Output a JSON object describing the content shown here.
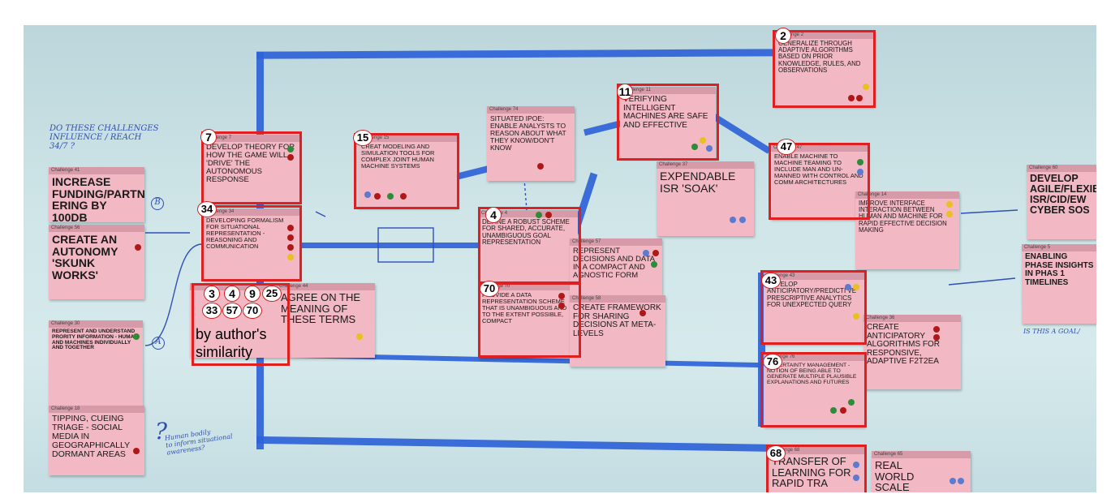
{
  "colors": {
    "tape": "#2f63d8",
    "note": "#f2b8c4",
    "highlight": "#e02020",
    "dot_green": "#2e8b3a",
    "dot_red": "#b01818",
    "dot_blue": "#5a7bd0",
    "dot_yellow": "#e8c020"
  },
  "handwriting": {
    "top_left": "DO THESE CHALLENGES\nINFLUENCE / REACH\n34/7 ?",
    "circle_b": "B",
    "circle_a": "A",
    "question": "?",
    "bottom_note": "Human bodily\nto inform situational\nawareness?",
    "right_goal": "IS THIS A GOAL/"
  },
  "notes": [
    {
      "id": "c41",
      "header": "Challenge 41",
      "text": "INCREASE FUNDING/PARTN ERING BY 100db"
    },
    {
      "id": "c56",
      "header": "Challenge 56",
      "text": "CREATE AN AUTONOMY 'SKUNK WORKS'"
    },
    {
      "id": "c30",
      "header": "Challenge 30",
      "text": "REPRESENT AND UNDERSTAND PRORITY INFORMATION - HUMAN AND MACHINES INDIVIDUALLY AND TOGETHER"
    },
    {
      "id": "c18",
      "header": "Challenge 18",
      "text": "TIPPING, CUEING TRIAGE - SOCIAL MEDIA IN GEOGRAPHICALLY DORMANT AREAS"
    },
    {
      "id": "c7",
      "header": "Challenge 7",
      "text": "DEVELOP THEORY FOR HOW THE GAME WILL 'DRIVE' THE AUTONOMOUS RESPONSE"
    },
    {
      "id": "c34",
      "header": "Challenge 34",
      "text": "DEVELOPING FORMALISM FOR SITUATIONAL REPRESENTATION - REASONING AND COMMUNICATION"
    },
    {
      "id": "c44",
      "header": "Challenge 44",
      "text": "AGREE ON THE MEANING OF THESE TERMS"
    },
    {
      "id": "c15",
      "header": "Challenge 15",
      "text": "CREAT MODELING AND SIMULATION TOOLS FOR COMPLEX JOINT HUMAN MACHINE SYSTEMS"
    },
    {
      "id": "c74",
      "header": "Challenge 74",
      "text": "SITUATED IPOE: ENABLE ANALYSTS TO REASON ABOUT WHAT THEY KNOW/DON'T KNOW"
    },
    {
      "id": "c4",
      "header": "Challenge 4",
      "text": "DEFINE A ROBUST SCHEME FOR SHARED, ACCURATE, UNAMBIGUOUS GOAL REPRESENTATION"
    },
    {
      "id": "c70",
      "header": "Challenge 70",
      "text": "PROVIDE A DATA REPRESENTATION SCHEME THAT IS UNAMBIGUOUS AND TO THE EXTENT POSSIBLE, COMPACT"
    },
    {
      "id": "c57",
      "header": "Challenge 57",
      "text": "REPRESENT DECISIONS AND DATA IN A COMPACT AND AGNOSTIC FORM"
    },
    {
      "id": "c58",
      "header": "Challenge 58",
      "text": "CREATE FRAMEWORK FOR SHARING DECISIONS AT META-LEVELS"
    },
    {
      "id": "c11",
      "header": "Challenge 11",
      "text": "VERIFYING INTELLIGENT MACHINES ARE SAFE AND EFFECTIVE"
    },
    {
      "id": "c37",
      "header": "Challenge 37",
      "text": "EXPENDABLE ISR 'SOAK'"
    },
    {
      "id": "c2",
      "header": "Challenge 2",
      "text": "GENERALIZE THROUGH ADAPTIVE ALGORITHMS BASED ON PRIOR KNOWLEDGE, RULES, AND OBSERVATIONS"
    },
    {
      "id": "c47",
      "header": "Challenge 47",
      "text": "ENABLE MACHINE TO MACHINE TEAMING TO INCLUDE MAN AND UN-MANNED WITH CONTROL AND COMM ARCHITECTURES"
    },
    {
      "id": "c14",
      "header": "Challenge 14",
      "text": "IMPROVE INTERFACE INTERACTION BETWEEN HUMAN AND MACHINE FOR RAPID EFFECTIVE DECISION MAKING"
    },
    {
      "id": "c43",
      "header": "Challenge 43",
      "text": "DEVELOP ANTICIPATORY/PREDICTI VE PRESCRIPTIVE ANALYTICS FOR UNEXPECTED QUERY"
    },
    {
      "id": "c36",
      "header": "Challenge 36",
      "text": "CREATE ANTICIPATORY ALGORITHMS FOR RESPONSIVE, ADAPTIVE F2T2EA"
    },
    {
      "id": "c76",
      "header": "Challenge 76",
      "text": "UNCERTAINTY MANAGEMENT - NOTION OF BEING ABLE TO GENERATE MULTIPLE PLAUSIBLE EXPLANATIONS AND FUTURES"
    },
    {
      "id": "c68",
      "header": "Challenge 68",
      "text": "TRANSFER OF LEARNING FOR RAPID TRA"
    },
    {
      "id": "c65",
      "header": "Challenge 65",
      "text": "REAL WORLD SCALE"
    },
    {
      "id": "c60",
      "header": "Challenge 60",
      "text": "DEVELOP AGILE/FLEXIB ISR/CID/EW CYBER SOS"
    },
    {
      "id": "c5",
      "header": "Challenge 5",
      "text": "ENABLING PHASE INSIGHTS IN PHAS 1 TIMELINES"
    }
  ],
  "badges": {
    "b7": "7",
    "b34": "34",
    "b15": "15",
    "b4": "4",
    "b70": "70",
    "b11": "11",
    "b2": "2",
    "b47": "47",
    "b43": "43",
    "b76": "76",
    "b68": "68",
    "g3": "3",
    "g4": "4",
    "g9": "9",
    "g25": "25",
    "g33": "33",
    "g57": "57",
    "g70": "70"
  },
  "overlay": {
    "line1": "by author's",
    "line2": "similarity"
  }
}
